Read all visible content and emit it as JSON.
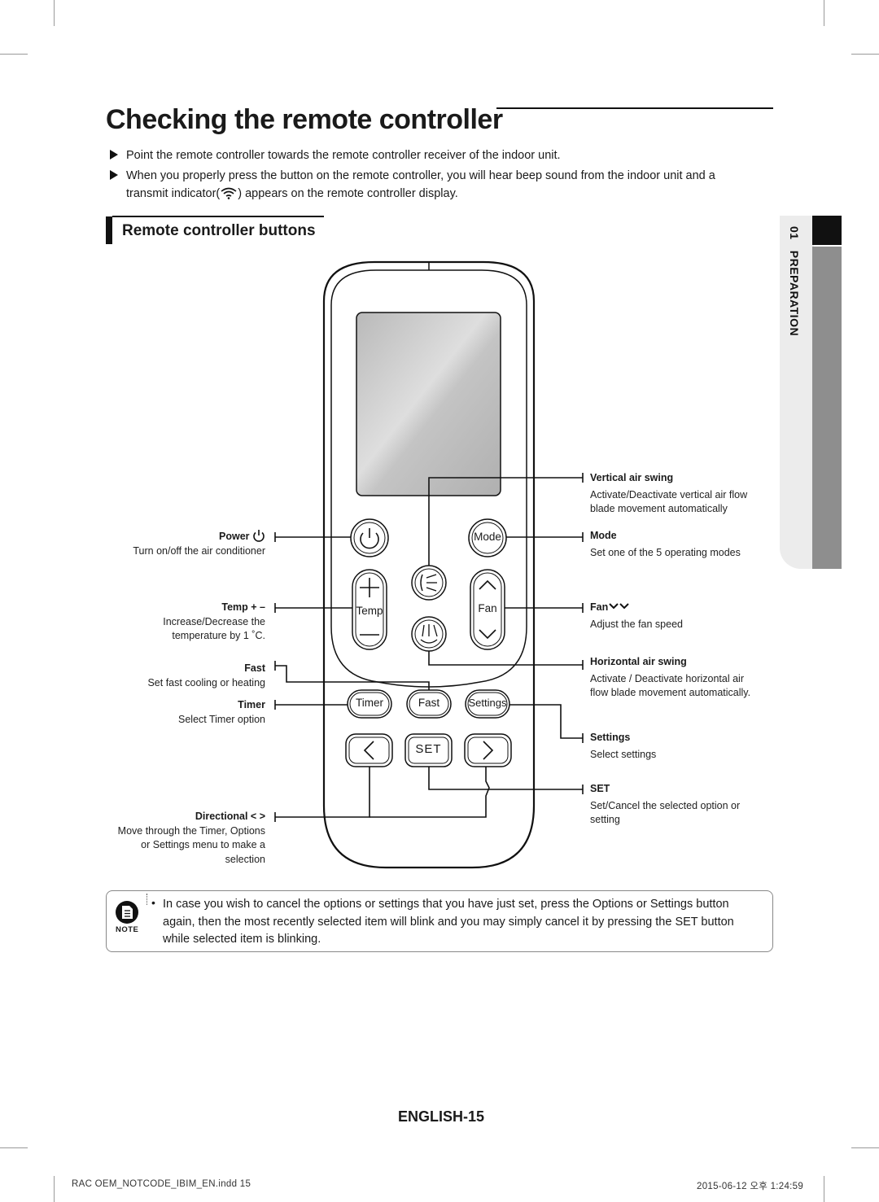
{
  "title": "Checking the remote controller",
  "bullets": [
    "Point the remote controller towards the remote controller receiver of the indoor unit.",
    "When you properly press the button on the remote controller, you will hear beep sound from the indoor unit and a",
    "transmit indicator(",
    ") appears on the remote controller display."
  ],
  "subsection": "Remote controller buttons",
  "side_tab": {
    "number": "01",
    "label": "PREPARATION"
  },
  "remote_buttons": {
    "mode": "Mode",
    "temp": "Temp",
    "fan": "Fan",
    "timer": "Timer",
    "fast": "Fast",
    "settings": "Settings",
    "set": "SET"
  },
  "left_labels": {
    "power": {
      "heading": "Power",
      "desc": "Turn on/off the air conditioner"
    },
    "temp": {
      "heading": "Temp + –",
      "desc1": "Increase/Decrease the",
      "desc2": "temperature by 1 ˚C."
    },
    "fast": {
      "heading": "Fast",
      "desc": "Set fast cooling or heating"
    },
    "timer": {
      "heading": "Timer",
      "desc": "Select Timer option"
    },
    "directional": {
      "heading": "Directional < >",
      "desc1": "Move through the Timer, Options",
      "desc2": "or Settings menu to make a",
      "desc3": "selection"
    }
  },
  "right_labels": {
    "vertical": {
      "heading": "Vertical air swing",
      "desc1": "Activate/Deactivate vertical air flow",
      "desc2": "blade movement automatically"
    },
    "mode": {
      "heading": "Mode",
      "desc": "Set one of the 5 operating modes"
    },
    "fan": {
      "heading": "Fan",
      "desc": "Adjust the fan speed"
    },
    "horizontal": {
      "heading": "Horizontal air swing",
      "desc1": "Activate / Deactivate horizontal air",
      "desc2": "flow blade movement automatically."
    },
    "settings": {
      "heading": "Settings",
      "desc": "Select settings"
    },
    "set": {
      "heading": "SET",
      "desc1": "Set/Cancel the selected option or",
      "desc2": "setting"
    }
  },
  "note": {
    "label": "NOTE",
    "bullet": "•",
    "text": "In case you wish to cancel the options or settings that you have just set, press the Options or Settings button again, then the most recently selected item will blink and you may simply cancel it by pressing the SET button while selected item is blinking."
  },
  "page_number": "ENGLISH-15",
  "footer": {
    "file": "RAC OEM_NOTCODE_IBIM_EN.indd   15",
    "timestamp": "2015-06-12   오후 1:24:59"
  },
  "colors": {
    "text": "#1a1a1a",
    "side_grey": "#8e8e8e",
    "screen_grey": "#c8c8c8"
  }
}
